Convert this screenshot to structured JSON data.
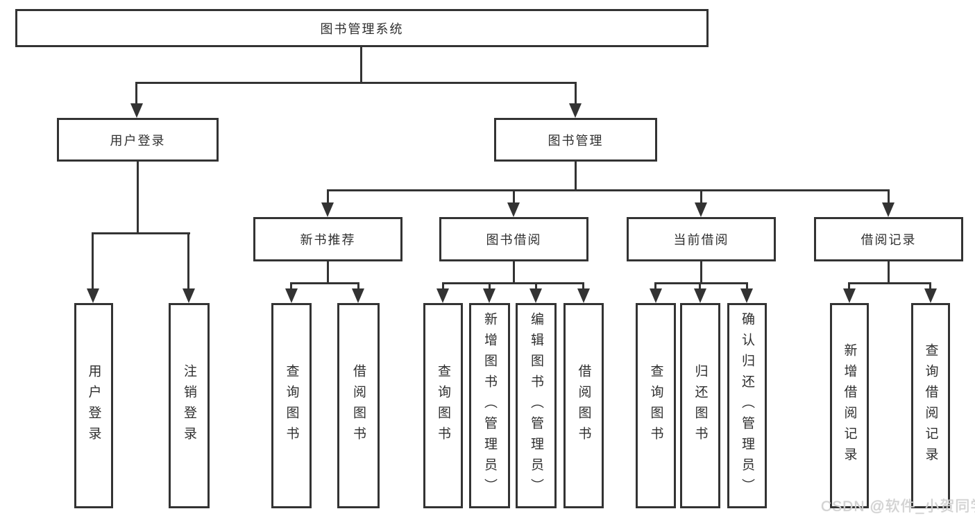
{
  "diagram": {
    "watermark": "CSDN @软件_小贺同学",
    "colors": {
      "line": "#333333",
      "text": "#2f2f2f",
      "background": "#ffffff",
      "watermark": "#d2d2d2"
    },
    "nodes": {
      "root": {
        "label": "图书管理系统"
      },
      "userLoginBranch": {
        "label": "用户登录"
      },
      "bookMgmt": {
        "label": "图书管理"
      },
      "userLoginLeaf": {
        "label": "用户登录"
      },
      "logoutLeaf": {
        "label": "注销登录"
      },
      "newBookRec": {
        "label": "新书推荐"
      },
      "bookBorrow": {
        "label": "图书借阅"
      },
      "currentBorrow": {
        "label": "当前借阅"
      },
      "borrowRecords": {
        "label": "借阅记录"
      },
      "nbrQueryBooks": {
        "label": "查询图书"
      },
      "nbrBorrowBooks": {
        "label": "借阅图书"
      },
      "bbQueryBooks": {
        "label": "查询图书"
      },
      "bbAddBooks": {
        "label": "新增图书（管理员）"
      },
      "bbEditBooks": {
        "label": "编辑图书（管理员）"
      },
      "bbBorrowBooks": {
        "label": "借阅图书"
      },
      "cbQueryBooks": {
        "label": "查询图书"
      },
      "cbReturnBooks": {
        "label": "归还图书"
      },
      "cbConfirmReturn": {
        "label": "确认归还（管理员）"
      },
      "brAddRecord": {
        "label": "新增借阅记录"
      },
      "brQueryRecord": {
        "label": "查询借阅记录"
      }
    }
  }
}
